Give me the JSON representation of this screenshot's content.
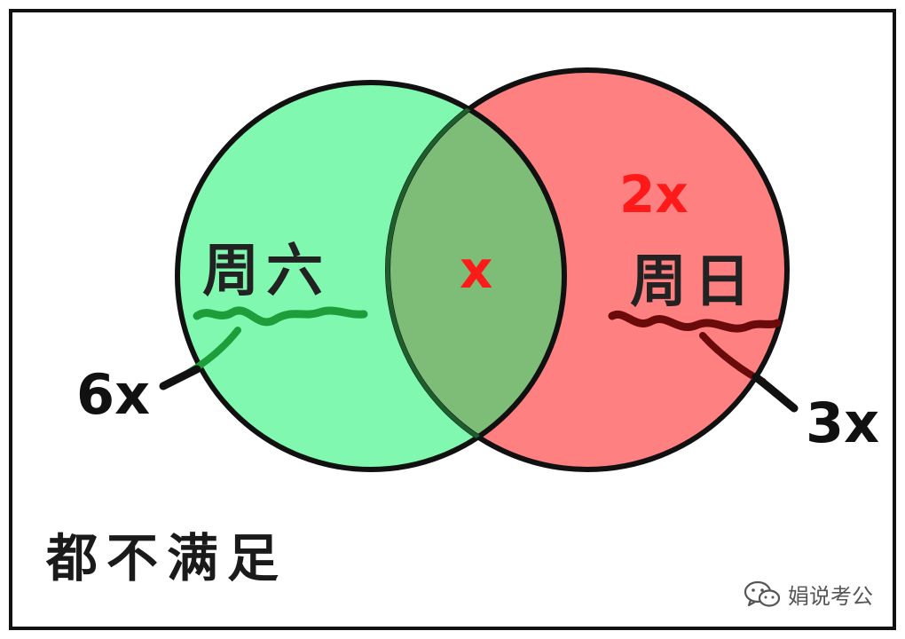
{
  "sets": {
    "left": {
      "label": "周六",
      "count_label": "6x",
      "color": "#80f8b0"
    },
    "right": {
      "label": "周日",
      "count_label": "3x",
      "color": "#ff8080"
    }
  },
  "regions": {
    "left_only": "",
    "intersection": "x",
    "right_only": "2x",
    "overlap_color": "#7dbd78"
  },
  "footer": {
    "neither": "都不满足"
  },
  "watermark": {
    "text": "娟说考公",
    "icon": "wechat-icon"
  },
  "colors": {
    "outline": "#111111",
    "left_underline": "#1e9e3a",
    "right_underline": "#6b0a0a",
    "accent_text": "#ff1a1a"
  }
}
